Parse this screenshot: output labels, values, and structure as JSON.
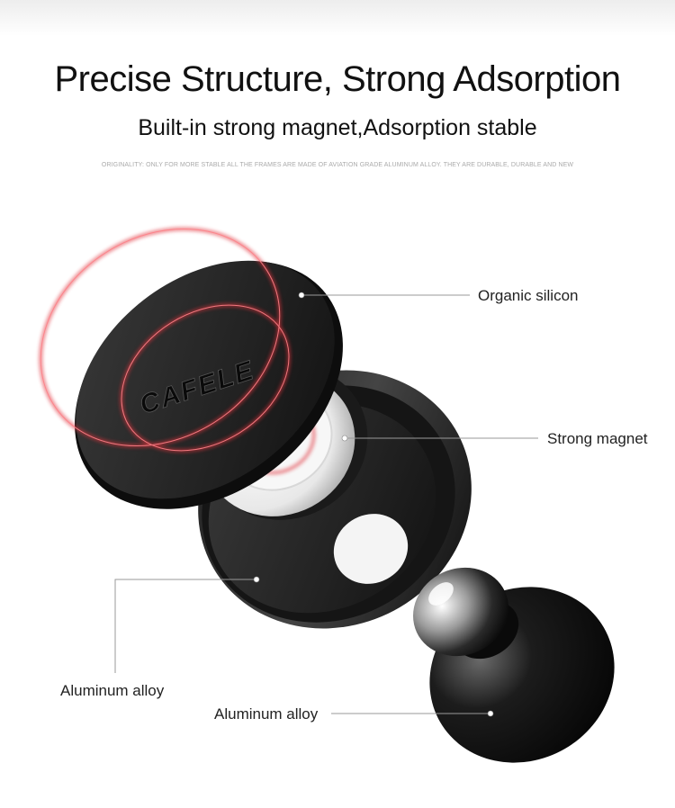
{
  "header": {
    "title": "Precise Structure, Strong Adsorption",
    "subtitle": "Built-in strong magnet,Adsorption stable",
    "fine_print": "ORIGINALITY: ONLY FOR MORE STABLE ALL THE FRAMES ARE MADE OF AVIATION GRADE ALUMINUM ALLOY. THEY ARE DURABLE, DURABLE AND NEW"
  },
  "product": {
    "brand": "CAFELE",
    "accent_color": "#e0303a"
  },
  "callouts": [
    {
      "label": "Organic silicon"
    },
    {
      "label": "Strong magnet"
    },
    {
      "label": "Aluminum alloy"
    },
    {
      "label": "Aluminum alloy"
    }
  ]
}
